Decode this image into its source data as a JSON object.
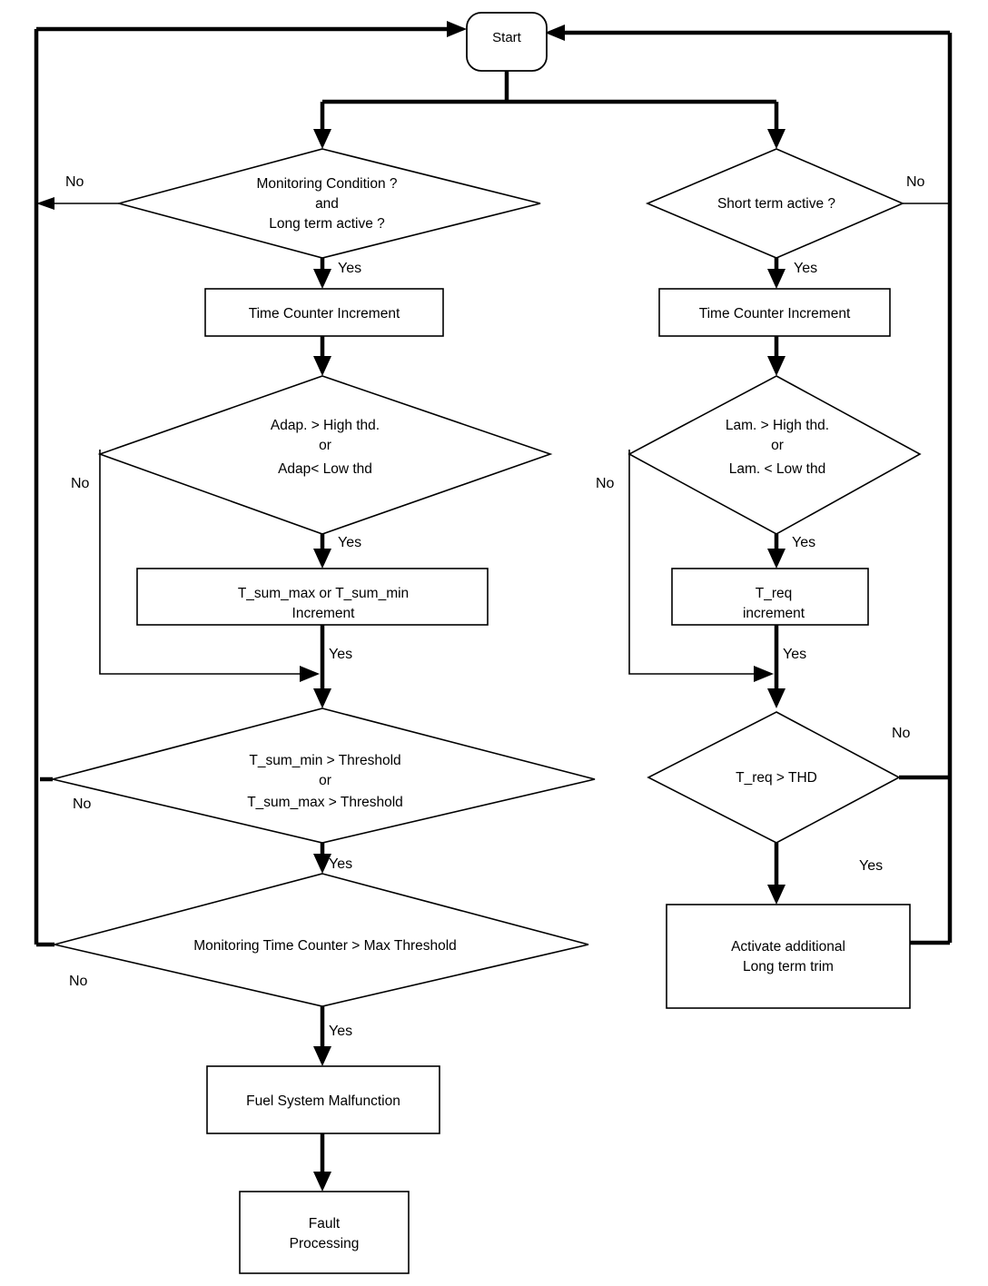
{
  "chart_data": {
    "type": "diagram",
    "title": "Fuel System Monitoring Flowchart",
    "nodes": [
      {
        "id": "start",
        "kind": "terminator",
        "lines": [
          "Start"
        ]
      },
      {
        "id": "dec_monitor",
        "kind": "decision",
        "lines": [
          "Monitoring  Condition ?",
          "and",
          "Long term active ?"
        ]
      },
      {
        "id": "dec_short",
        "kind": "decision",
        "lines": [
          "Short term active ?"
        ]
      },
      {
        "id": "tcinc_left",
        "kind": "process",
        "lines": [
          "Time Counter Increment"
        ]
      },
      {
        "id": "tcinc_right",
        "kind": "process",
        "lines": [
          "Time Counter Increment"
        ]
      },
      {
        "id": "dec_adap",
        "kind": "decision",
        "lines": [
          "Adap. > High thd.",
          "or",
          "Adap< Low thd"
        ]
      },
      {
        "id": "dec_lam",
        "kind": "decision",
        "lines": [
          "Lam. > High thd.",
          "or",
          "Lam. < Low thd"
        ]
      },
      {
        "id": "tsum_inc",
        "kind": "process",
        "lines": [
          "T_sum_max or T_sum_min",
          "Increment"
        ]
      },
      {
        "id": "treq_inc",
        "kind": "process",
        "lines": [
          "T_req",
          "increment"
        ]
      },
      {
        "id": "dec_tsum_thr",
        "kind": "decision",
        "lines": [
          "T_sum_min > Threshold",
          "or",
          "T_sum_max > Threshold"
        ]
      },
      {
        "id": "dec_treq_thd",
        "kind": "decision",
        "lines": [
          "T_req > THD"
        ]
      },
      {
        "id": "dec_mon_time",
        "kind": "decision",
        "lines": [
          "Monitoring Time Counter > Max Threshold"
        ]
      },
      {
        "id": "act_trim",
        "kind": "process",
        "lines": [
          "Activate additional",
          "Long term trim"
        ]
      },
      {
        "id": "fuel_malf",
        "kind": "process",
        "lines": [
          "Fuel System Malfunction"
        ]
      },
      {
        "id": "fault_proc",
        "kind": "process",
        "lines": [
          "Fault",
          "Processing"
        ]
      }
    ],
    "edge_labels": [
      {
        "id": "no_monitor",
        "text": "No"
      },
      {
        "id": "yes_monitor",
        "text": "Yes"
      },
      {
        "id": "no_short",
        "text": "No"
      },
      {
        "id": "yes_short",
        "text": "Yes"
      },
      {
        "id": "no_adap",
        "text": "No"
      },
      {
        "id": "yes_adap",
        "text": "Yes"
      },
      {
        "id": "no_lam",
        "text": "No"
      },
      {
        "id": "yes_lam",
        "text": "Yes"
      },
      {
        "id": "yes_tsum_in",
        "text": "Yes"
      },
      {
        "id": "yes_treq_in",
        "text": "Yes"
      },
      {
        "id": "no_tsum_thr",
        "text": "No"
      },
      {
        "id": "yes_tsum_thr",
        "text": "Yes"
      },
      {
        "id": "no_treq_thd",
        "text": "No"
      },
      {
        "id": "yes_treq_thd",
        "text": "Yes"
      },
      {
        "id": "no_mon_time",
        "text": "No"
      },
      {
        "id": "yes_mon_time",
        "text": "Yes"
      }
    ],
    "colors": {
      "stroke": "#000000",
      "fill": "#ffffff",
      "text": "#000000"
    }
  },
  "nodes": {
    "start": {
      "line1": "Start"
    },
    "dec_monitor": {
      "line1": "Monitoring  Condition ?",
      "line2": "and",
      "line3": "Long term active ?"
    },
    "dec_short": {
      "line1": "Short term active ?"
    },
    "tcinc_left": {
      "line1": "Time Counter Increment"
    },
    "tcinc_right": {
      "line1": "Time Counter Increment"
    },
    "dec_adap": {
      "line1": "Adap. > High thd.",
      "line2": "or",
      "line3": "Adap< Low thd"
    },
    "dec_lam": {
      "line1": "Lam. > High thd.",
      "line2": "or",
      "line3": "Lam. < Low thd"
    },
    "tsum_inc": {
      "line1": "T_sum_max or T_sum_min",
      "line2": "Increment"
    },
    "treq_inc": {
      "line1": "T_req",
      "line2": "increment"
    },
    "dec_tsum_thr": {
      "line1": "T_sum_min > Threshold",
      "line2": "or",
      "line3": "T_sum_max > Threshold"
    },
    "dec_treq_thd": {
      "line1": "T_req > THD"
    },
    "dec_mon_time": {
      "line1": "Monitoring Time Counter > Max Threshold"
    },
    "act_trim": {
      "line1": "Activate additional",
      "line2": "Long term trim"
    },
    "fuel_malf": {
      "line1": "Fuel System Malfunction"
    },
    "fault_proc": {
      "line1": "Fault",
      "line2": "Processing"
    }
  },
  "labels": {
    "no_monitor": "No",
    "yes_monitor": "Yes",
    "no_short": "No",
    "yes_short": "Yes",
    "no_adap": "No",
    "yes_adap": "Yes",
    "no_lam": "No",
    "yes_lam": "Yes",
    "yes_tsum_in": "Yes",
    "yes_treq_in": "Yes",
    "no_tsum_thr": "No",
    "yes_tsum_thr": "Yes",
    "no_treq_thd": "No",
    "yes_treq_thd": "Yes",
    "no_mon_time": "No",
    "yes_mon_time": "Yes"
  }
}
